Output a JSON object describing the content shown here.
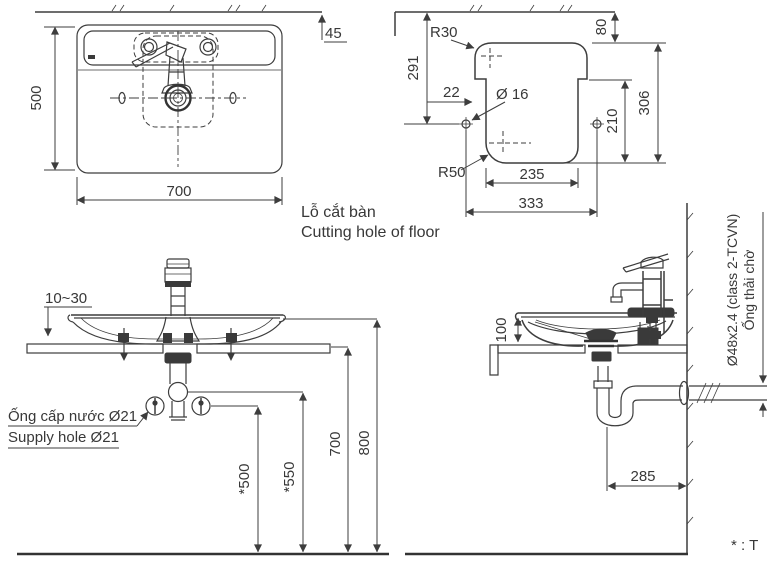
{
  "views": {
    "basin_top": {
      "depth": "500",
      "width": "700",
      "wall_gap": "45"
    },
    "cutting_hole": {
      "caption_vi": "Lỗ cắt bàn",
      "caption_en": "Cutting hole of floor",
      "r_top": "R30",
      "r_bottom": "R50",
      "wall_to_hole": "291",
      "edge_offset": "22",
      "hole_dia": "Ø 16",
      "hole_width": "235",
      "hole_span": "333",
      "wall_offset": "80",
      "hole_height": "306",
      "lower_height": "210"
    },
    "front_installation": {
      "counter_thickness": "10~30",
      "supply_vi": "Ống cấp nước Ø21",
      "supply_en": "Supply hole Ø21",
      "supply_height": "*500",
      "drain_height": "*550",
      "counter_height": "700",
      "rim_height": "800"
    },
    "side_installation": {
      "bowl_height": "100",
      "trap_offset": "285",
      "waste_pipe_spec": "Ø48x2.4 (class 2-TCVN)",
      "waste_pipe_vi": "Ống thải chờ"
    },
    "footnote": "* : T"
  },
  "colors": {
    "line": "#3d3d3d",
    "background": "#ffffff"
  }
}
